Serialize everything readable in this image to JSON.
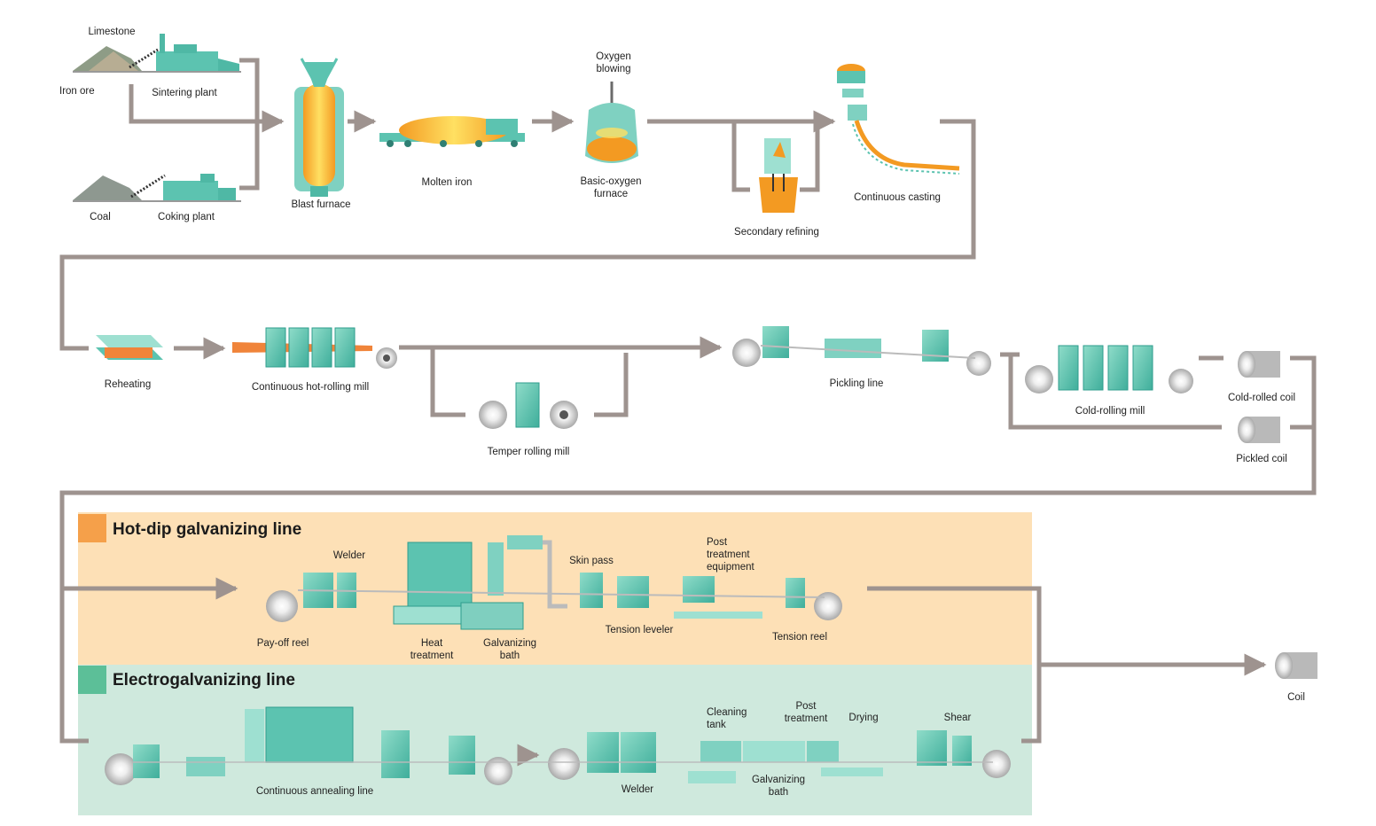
{
  "colors": {
    "flow": "#9e938f",
    "equipment": "#5cc3b0",
    "equipment_dark": "#2f9e8e",
    "molten": "#f39a22",
    "hot_dip_band": "#fde0b6",
    "hot_dip_swatch": "#f5a04a",
    "electro_band": "#cfe9dd",
    "electro_swatch": "#5cbf98",
    "coil": "#d8d8d8"
  },
  "upstream": {
    "limestone": "Limestone",
    "iron_ore": "Iron ore",
    "sintering_plant": "Sintering plant",
    "coal": "Coal",
    "coking_plant": "Coking plant",
    "blast_furnace": "Blast furnace",
    "molten_iron": "Molten iron",
    "oxygen_blowing": "Oxygen\nblowing",
    "basic_oxygen_furnace": "Basic-oxygen\nfurnace",
    "secondary_refining": "Secondary refining",
    "continuous_casting": "Continuous casting"
  },
  "rolling": {
    "reheating": "Reheating",
    "hot_rolling_mill": "Continuous hot-rolling mill",
    "temper_rolling_mill": "Temper rolling mill",
    "pickling_line": "Pickling line",
    "cold_rolling_mill": "Cold-rolling mill",
    "cold_rolled_coil": "Cold-rolled coil",
    "pickled_coil": "Pickled coil"
  },
  "hot_dip": {
    "title": "Hot-dip galvanizing line",
    "welder": "Welder",
    "pay_off_reel": "Pay-off reel",
    "heat_treatment": "Heat\ntreatment",
    "galvanizing_bath": "Galvanizing\nbath",
    "skin_pass": "Skin pass",
    "post_treatment_equipment": "Post\ntreatment\nequipment",
    "tension_leveler": "Tension leveler",
    "tension_reel": "Tension reel"
  },
  "electro": {
    "title": "Electrogalvanizing line",
    "continuous_annealing_line": "Continuous annealing line",
    "welder": "Welder",
    "cleaning_tank": "Cleaning\ntank",
    "post_treatment": "Post\ntreatment",
    "drying": "Drying",
    "shear": "Shear",
    "galvanizing_bath": "Galvanizing\nbath"
  },
  "output": {
    "coil": "Coil"
  }
}
